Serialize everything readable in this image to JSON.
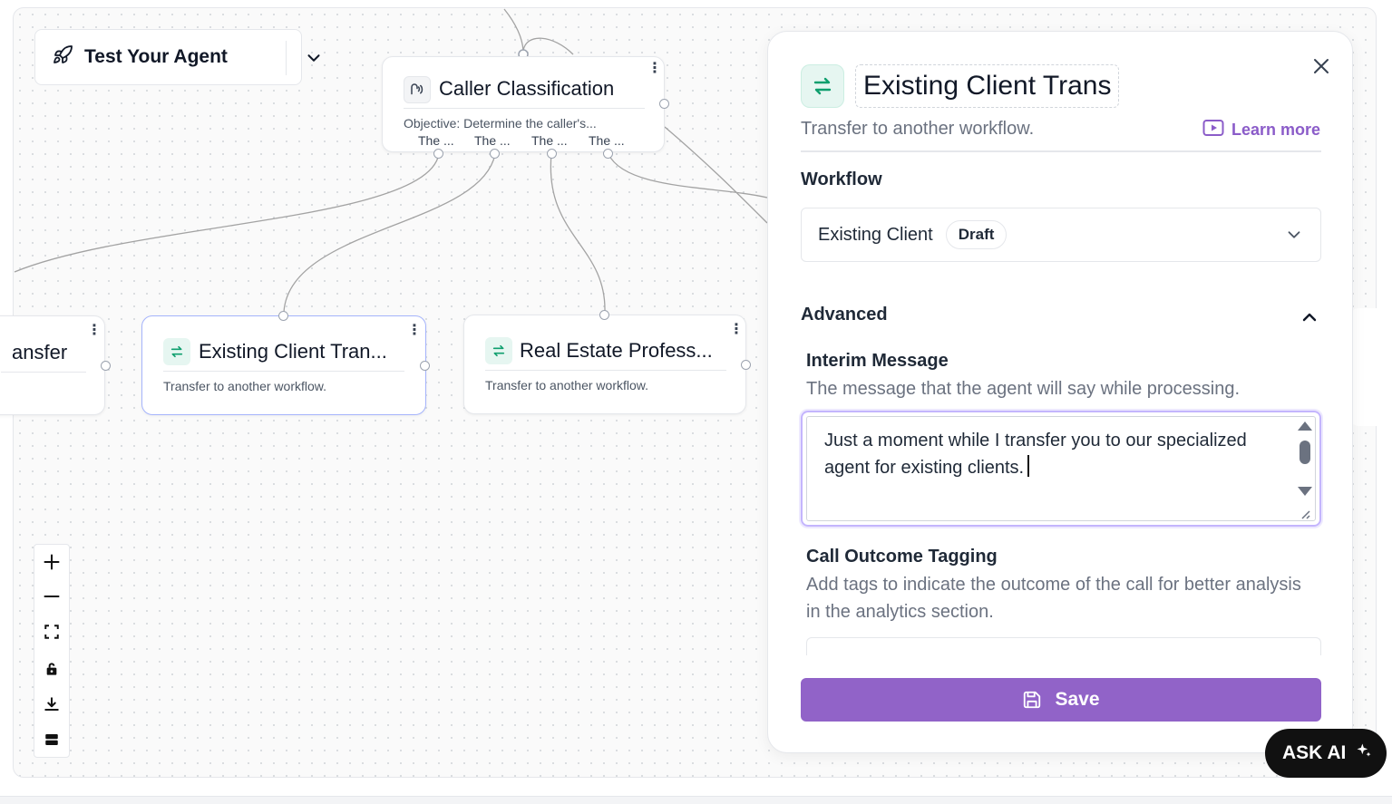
{
  "toolbar": {
    "test_agent_label": "Test Your Agent"
  },
  "nodes": {
    "caller_classification": {
      "title": "Caller Classification",
      "objective": "Objective: Determine the caller's...",
      "branches": [
        "The ...",
        "The ...",
        "The ...",
        "The ..."
      ]
    },
    "left_partial": {
      "title": "ansfer"
    },
    "existing_client": {
      "title": "Existing Client Tran...",
      "description": "Transfer to another workflow."
    },
    "real_estate": {
      "title": "Real Estate Profess...",
      "description": "Transfer to another workflow."
    }
  },
  "panel": {
    "node_name": "Existing Client Trans",
    "description": "Transfer to another workflow.",
    "learn_more": "Learn more",
    "workflow_label": "Workflow",
    "workflow_value": "Existing Client",
    "workflow_badge": "Draft",
    "advanced_label": "Advanced",
    "interim_label": "Interim Message",
    "interim_help": "The message that the agent will say while processing.",
    "interim_value": "Just a moment while I transfer you to our specialized agent for existing clients.",
    "outcome_label": "Call Outcome Tagging",
    "outcome_help": "Add tags to indicate the outcome of the call for better analysis in the analytics section.",
    "save_label": "Save"
  },
  "ask_ai": {
    "label": "ASK AI"
  },
  "colors": {
    "accent": "#9163c8",
    "transfer_icon": "#0f9f6e",
    "link": "#7c3aed"
  },
  "icons": {
    "toolbar": "rocket-icon",
    "transfer": "transfer-arrows-icon",
    "classification": "voice-wave-icon",
    "close": "close-icon",
    "learn_more": "video-play-icon",
    "save": "save-disk-icon",
    "ask_ai": "sparkle-icon"
  }
}
